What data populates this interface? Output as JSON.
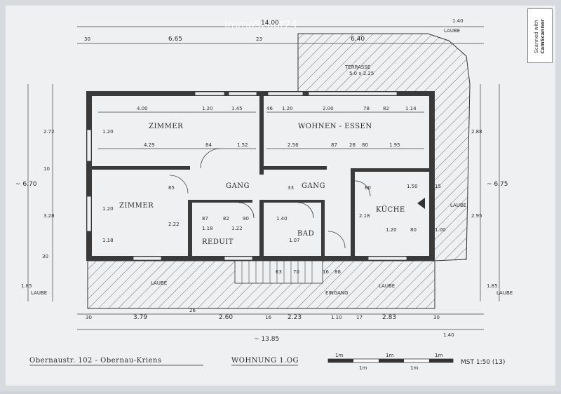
{
  "watermark": "ImmoScout24",
  "scanner_badge": {
    "line1": "Scanned with",
    "line2": "CamScanner"
  },
  "rooms": {
    "zimmer_top": "ZIMMER",
    "wohnen": "WOHNEN - ESSEN",
    "gang_left": "GANG",
    "gang_right": "GANG",
    "zimmer_left": "ZIMMER",
    "kueche": "KÜCHE",
    "reduit": "REDUIT",
    "bad": "BAD",
    "terrasse": "TERRASSE",
    "terrasse_size": "5.0 x 2.25",
    "laube_bottom_left": "LAUBE",
    "laube_bottom_right": "LAUBE",
    "laube_right": "LAUBE",
    "eingang": "EINGANG",
    "laube_side_left": "LAUBE",
    "laube_side_right": "LAUBE",
    "laube_top": "LAUBE"
  },
  "dimensions": {
    "top": [
      "30",
      "6.65",
      "23",
      "6.40",
      "1.40",
      "14.00"
    ],
    "room_top": [
      "4.00",
      "1.20",
      "1.45",
      "46",
      "1.20",
      "2.00",
      "78",
      "82",
      "1.14"
    ],
    "mid": [
      "4.29",
      "84",
      "1.52",
      "2.56",
      "87",
      "28",
      "80",
      "1.95"
    ],
    "left_vertical": [
      "2.72",
      "10",
      "3.28",
      "~ 6.70",
      "1.85",
      "1.20",
      "1.20",
      "1.18",
      "30"
    ],
    "right_vertical": [
      "2.88",
      "2.95",
      "~ 6.75",
      "1.85",
      "15",
      "1.00"
    ],
    "inner": [
      "85",
      "33",
      "87",
      "82",
      "90",
      "1.40",
      "2.22",
      "1.18",
      "1.22",
      "1.07",
      "2.18",
      "80",
      "1.50",
      "1.20",
      "80",
      "63",
      "70",
      "88",
      "16"
    ],
    "bottom": [
      "30",
      "3.79",
      "26",
      "2.60",
      "16",
      "2.23",
      "1.10",
      "17",
      "2.83",
      "30",
      "1.40"
    ],
    "total": "~ 13.85"
  },
  "footer": {
    "address": "Obernaustr. 102 - Obernau-Kriens",
    "unit": "WOHNUNG 1.OG",
    "scale_label": "MST 1:50 (13)",
    "scale_ticks": [
      "1m",
      "1m",
      "1m",
      "1m",
      "1m"
    ]
  }
}
